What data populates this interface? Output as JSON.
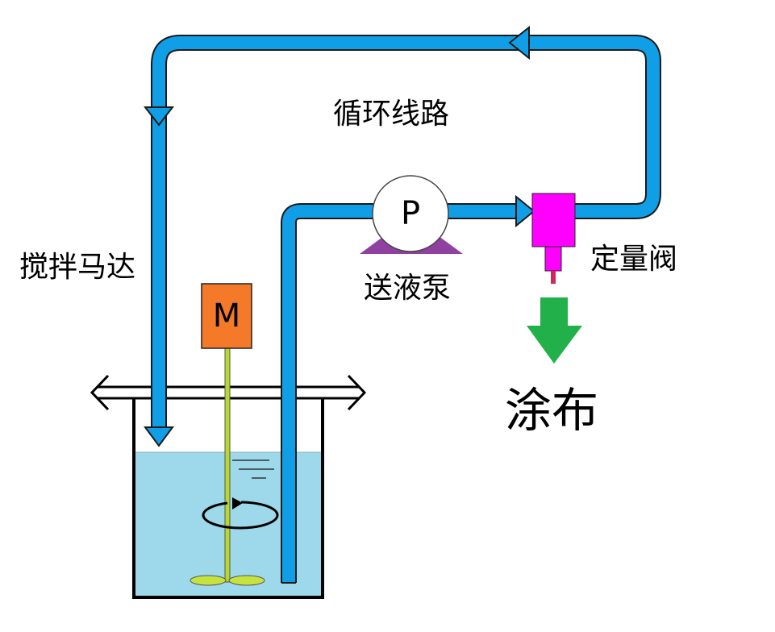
{
  "labels": {
    "circulation_line": "循环线路",
    "stirring_motor": "搅拌马达",
    "feed_pump": "送液泵",
    "metering_valve": "定量阀",
    "coating": "涂布"
  },
  "symbols": {
    "motor": "M",
    "pump": "P"
  },
  "colors": {
    "pipe": "#109ee6",
    "pipe_outline": "#1a1a1a",
    "liquid": "#9dd9ea",
    "motor_box": "#f47a2a",
    "shaft": "#b8d82c",
    "impeller": "#c6e23e",
    "pump_base": "#9040a0",
    "valve": "#ff00ff",
    "nozzle": "#d2275a",
    "coat_arrow": "#21b04a"
  }
}
